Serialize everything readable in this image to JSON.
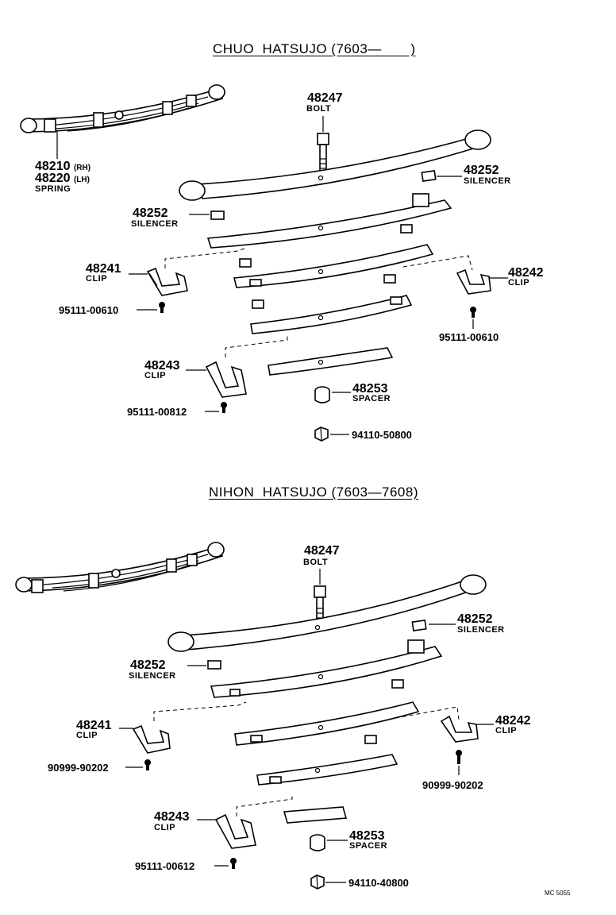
{
  "sections": [
    {
      "title": "CHUO  HATSUJO (7603—       )",
      "spring": {
        "part": "48210",
        "side": "(RH)",
        "part2": "48220",
        "side2": "(LH)",
        "name": "SPRING"
      },
      "bolt": {
        "part": "48247",
        "name": "BOLT"
      },
      "silencer_r": {
        "part": "48252",
        "name": "SILENCER"
      },
      "silencer_l": {
        "part": "48252",
        "name": "SILENCER"
      },
      "clip_l": {
        "part": "48241",
        "name": "CLIP"
      },
      "clip_r": {
        "part": "48242",
        "name": "CLIP"
      },
      "rivet_l": "95111-00610",
      "rivet_r": "95111-00610",
      "clip_b": {
        "part": "48243",
        "name": "CLIP"
      },
      "rivet_b": "95111-00812",
      "spacer": {
        "part": "48253",
        "name": "SPACER"
      },
      "nut": "94110-50800"
    },
    {
      "title": "NIHON  HATSUJO (7603—7608)",
      "bolt": {
        "part": "48247",
        "name": "BOLT"
      },
      "silencer_r": {
        "part": "48252",
        "name": "SILENCER"
      },
      "silencer_l": {
        "part": "48252",
        "name": "SILENCER"
      },
      "clip_l": {
        "part": "48241",
        "name": "CLIP"
      },
      "clip_r": {
        "part": "48242",
        "name": "CLIP"
      },
      "rivet_l": "90999-90202",
      "rivet_r": "90999-90202",
      "clip_b": {
        "part": "48243",
        "name": "CLIP"
      },
      "rivet_b": "95111-00612",
      "spacer": {
        "part": "48253",
        "name": "SPACER"
      },
      "nut": "94110-40800"
    }
  ],
  "drawing_code": "MC 5055"
}
